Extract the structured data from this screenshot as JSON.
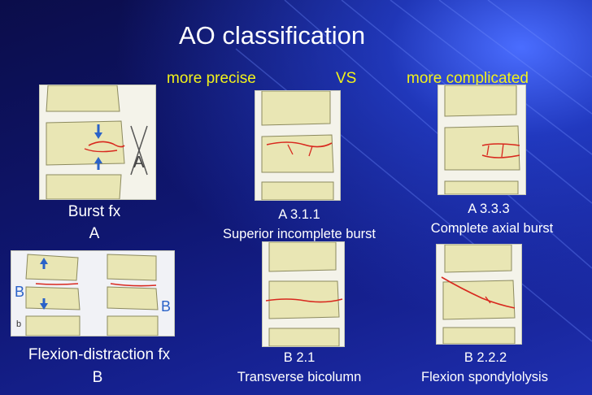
{
  "slide": {
    "title": "AO classification",
    "label_precise": "more precise",
    "label_vs": "VS",
    "label_complicated": "more complicated",
    "burst_line1": "Burst fx",
    "burst_line2": "A",
    "flexion_line1": "Flexion-distraction fx",
    "flexion_line2": "B",
    "a311_code": "A 3.1.1",
    "a311_name": "Superior incomplete burst",
    "a333_code": "A 3.3.3",
    "a333_name": "Complete axial burst",
    "b21_code": "B 2.1",
    "b21_name": "Transverse bicolumn",
    "b222_code": "B 2.2.2",
    "b222_name": "Flexion spondylolysis"
  },
  "figures": {
    "burst_arrow_letter": "A",
    "flexion_letter_left": "B",
    "flexion_letter_right": "B",
    "flexion_sub_label": "b"
  },
  "colors": {
    "title_text": "#ffffff",
    "highlight_text": "#f2f21a",
    "bone": "#e9e6b4",
    "fracture_line": "#d8281e",
    "arrow": "#2a62c8"
  }
}
